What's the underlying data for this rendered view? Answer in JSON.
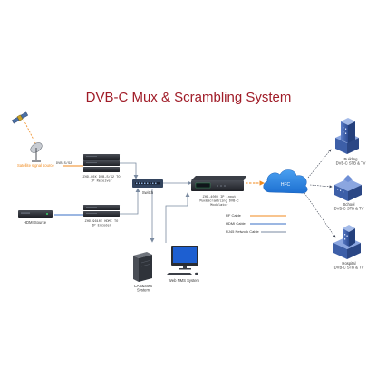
{
  "title": "DVB-C Mux & Scrambling System",
  "colors": {
    "title": "#a01c28",
    "rf": "#f08a1e",
    "hdmi": "#3a6fc4",
    "rj45": "#7a8aa0",
    "device": "#2a2d33",
    "building": "#3d5fa8"
  },
  "sources": {
    "satellite_label": "Satellite signal source",
    "dvbs2_tag": "DVB-S/S2",
    "hdmi_label": "HDMI Source"
  },
  "devices": {
    "ip_receiver": {
      "line1": "ZHD-90X DVB-S/S2 TO",
      "line2": "IP Receiver"
    },
    "ip_encoder": {
      "line1": "ZHD-9610E HDMI TO",
      "line2": "IP Encoder"
    },
    "switch": "Switch",
    "modulator": {
      "line1": "ZHD-4000 IP input",
      "line2": "Mux&Scrambling DVB-C",
      "line3": "Modulator"
    },
    "cas": {
      "line1": "CAS&SMS",
      "line2": "System"
    },
    "nms": {
      "line1": "Web NMS System"
    }
  },
  "hfc": "HFC",
  "legend": [
    {
      "label": "RF Cable",
      "color": "#f08a1e"
    },
    {
      "label": "HDMI Cable",
      "color": "#3a6fc4"
    },
    {
      "label": "RJ45 Network Cable",
      "color": "#7a8aa0"
    }
  ],
  "destinations": {
    "building": {
      "line1": "Building",
      "line2": "DVB-C STB & TV"
    },
    "school": {
      "line1": "School",
      "line2": "DVB-C STB & TV"
    },
    "hospital": {
      "line1": "Hospital",
      "line2": "DVB-C STB & TV"
    }
  },
  "icons": [
    "satellite-icon",
    "dish-icon",
    "hdmi-source-icon",
    "switch-icon",
    "server-icon",
    "monitor-icon",
    "cloud-icon",
    "building-icon"
  ]
}
